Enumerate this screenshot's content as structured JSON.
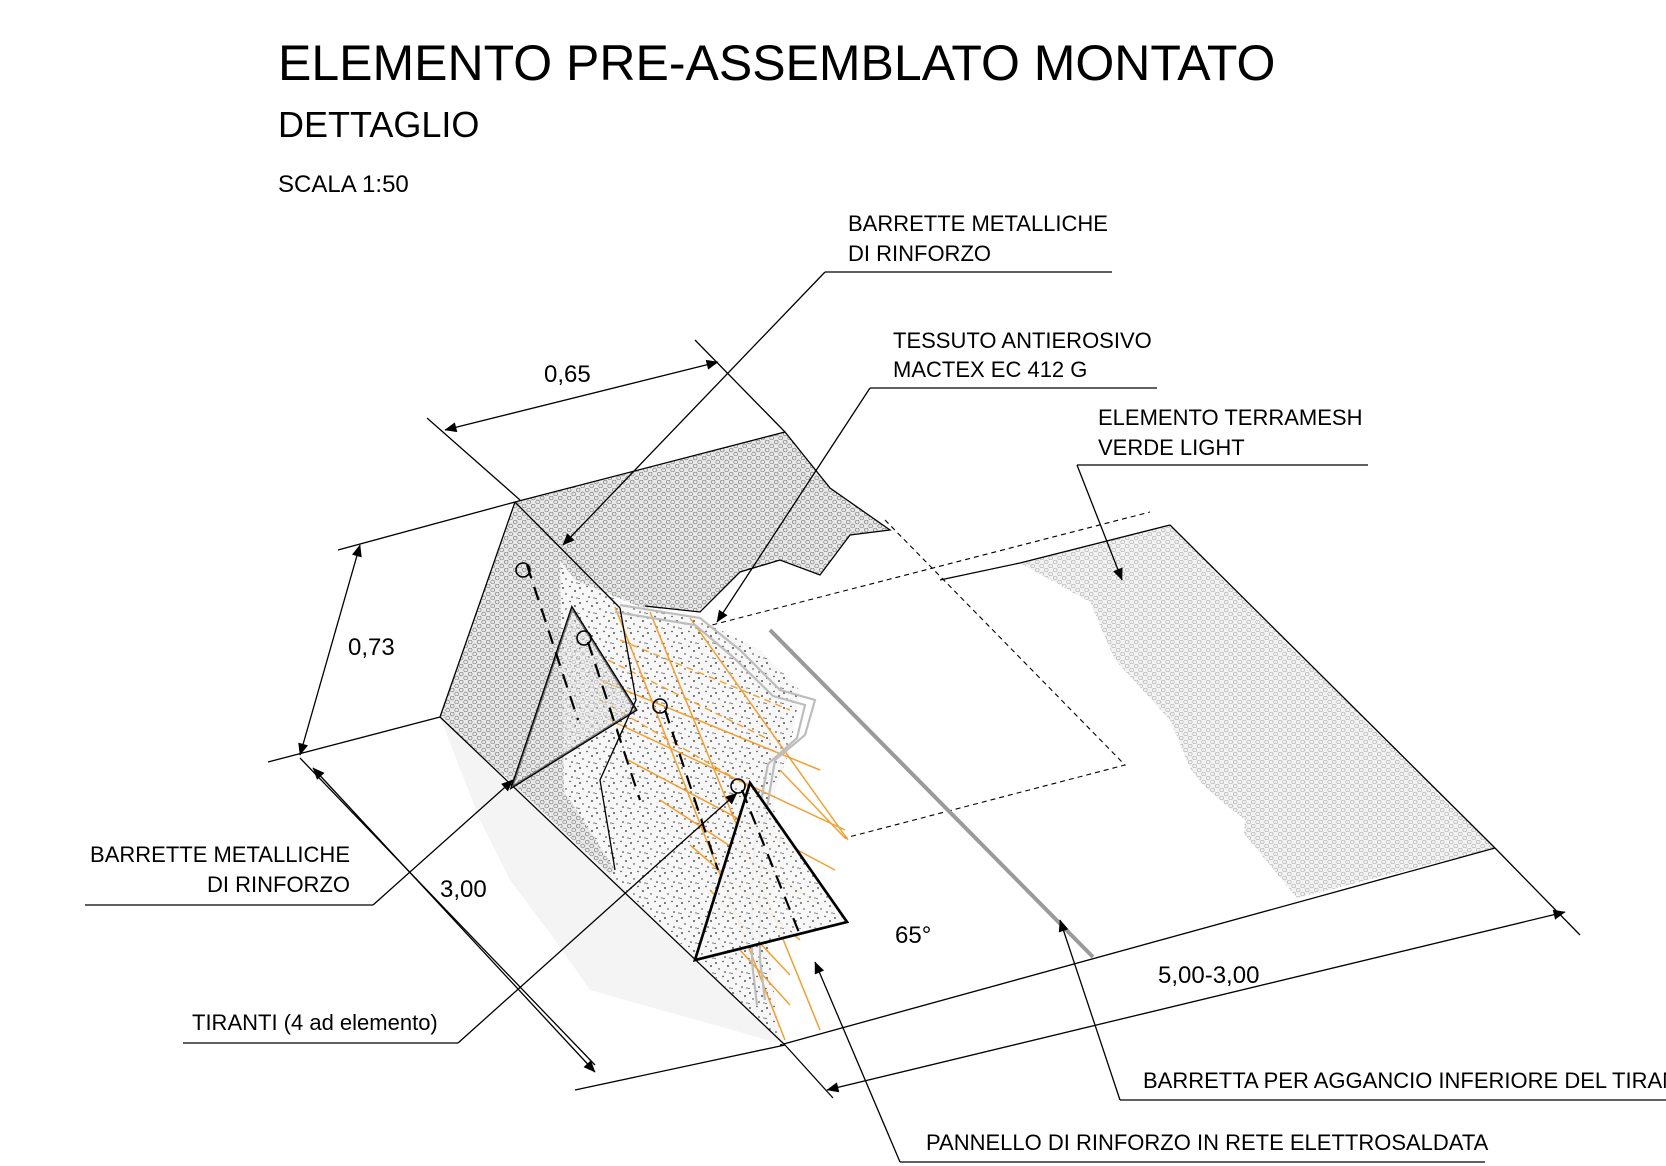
{
  "header": {
    "title": "ELEMENTO PRE-ASSEMBLATO MONTATO",
    "subtitle": "DETTAGLIO",
    "scale": "SCALA  1:50"
  },
  "labels": {
    "barrette_top_line1": "BARRETTE METALLICHE",
    "barrette_top_line2": "DI RINFORZO",
    "tessuto_line1": "TESSUTO ANTIEROSIVO",
    "tessuto_line2": "MACTEX EC 412 G",
    "terramesh_line1": "ELEMENTO TERRAMESH",
    "terramesh_line2": "VERDE LIGHT",
    "barrette_left_line1": "BARRETTE METALLICHE",
    "barrette_left_line2": "DI RINFORZO",
    "tiranti": "TIRANTI (4 ad elemento)",
    "barretta_aggancio": "BARRETTA PER AGGANCIO INFERIORE DEL TIRANTE",
    "pannello": "PANNELLO DI RINFORZO IN RETE ELETTROSALDATA"
  },
  "dimensions": {
    "width_top": "0,65",
    "height": "0,73",
    "length": "3,00",
    "angle": "65°",
    "base_length": "5,00-3,00"
  },
  "colors": {
    "line": "#000000",
    "reinforcement_panel": "#f0a030",
    "geotextile_outline": "#bdbdbd"
  }
}
